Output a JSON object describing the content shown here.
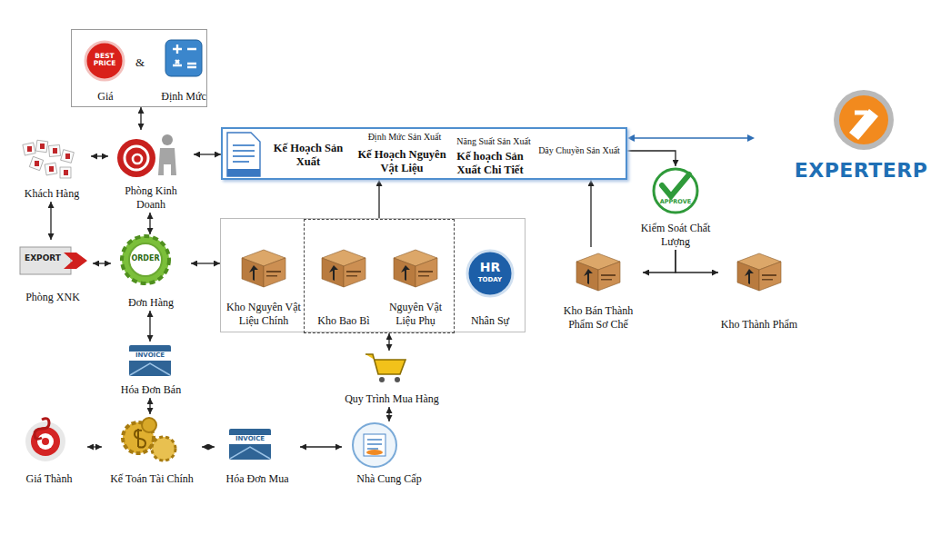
{
  "diagram": {
    "nodes": [
      {
        "text": [
          "Giá",
          "&",
          "Định Mức"
        ]
      },
      {
        "text": [
          "Khách Hàng"
        ]
      },
      {
        "text": [
          "Phòng Kinh Doanh"
        ]
      },
      {
        "text": [
          "Kế Hoạch Sản Xuất",
          "Định Mức Sản Xuất",
          "Kế Hoạch Nguyên Vật Liệu",
          "Năng Suất Sản Xuất",
          "Kế hoạch Sản Xuất Chi Tiết",
          "Dây Chuyền Sản Xuất"
        ]
      },
      {
        "text": [
          "Phòng XNK"
        ]
      },
      {
        "text": [
          "Đơn Hàng"
        ]
      },
      {
        "text": []
      },
      {
        "text": [
          "Kho Nguyên Vật Liệu Chính"
        ],
        "in": 6
      },
      {
        "text": [],
        "in": 6
      },
      {
        "text": [
          "Kho Bao Bì"
        ],
        "in": 8
      },
      {
        "text": [
          "Nguyên Vật Liệu Phụ"
        ],
        "in": 8
      },
      {
        "text": [
          "Nhân Sự"
        ],
        "in": 6
      },
      {
        "text": [
          "Kiểm Soát Chất Lượng"
        ]
      },
      {
        "text": [
          "Kho Bán Thành Phẩm Sơ Chế"
        ]
      },
      {
        "text": [
          "Kho Thành Phẩm"
        ]
      },
      {
        "text": [
          "Hóa Đơn Bán"
        ]
      },
      {
        "text": [
          "Quy Trình Mua Hàng"
        ]
      },
      {
        "text": [
          "Giá Thành"
        ]
      },
      {
        "text": [
          "Kế Toán Tài Chính"
        ]
      },
      {
        "text": [
          "Hóa Đơn Mua"
        ]
      },
      {
        "text": [
          "Nhà Cung Cấp"
        ]
      }
    ],
    "edges": [
      {
        "from": 0,
        "to": 2,
        "arrow": "both"
      },
      {
        "from": 1,
        "to": 2,
        "arrow": "both"
      },
      {
        "from": 2,
        "to": 3,
        "arrow": "both"
      },
      {
        "from": 1,
        "to": 4,
        "arrow": "both"
      },
      {
        "from": 2,
        "to": 5,
        "arrow": "both"
      },
      {
        "from": 4,
        "to": 5,
        "arrow": "both"
      },
      {
        "from": 5,
        "to": 6,
        "arrow": "both"
      },
      {
        "from": 8,
        "to": 3,
        "arrow": "to"
      },
      {
        "from": 8,
        "to": 16,
        "arrow": "both"
      },
      {
        "from": 5,
        "to": 15,
        "arrow": "both"
      },
      {
        "from": 15,
        "to": 18,
        "arrow": "both"
      },
      {
        "from": 17,
        "to": 18,
        "arrow": "both"
      },
      {
        "from": 18,
        "to": 19,
        "arrow": "both"
      },
      {
        "from": 19,
        "to": 20,
        "arrow": "both"
      },
      {
        "from": 16,
        "to": 20,
        "arrow": "both"
      },
      {
        "from": 13,
        "to": 3,
        "arrow": "to"
      },
      {
        "from": 3,
        "to": 12,
        "arrow": "to"
      },
      {
        "from": 12,
        "to": 13,
        "arrow": "to"
      },
      {
        "from": 12,
        "to": 14,
        "arrow": "to"
      }
    ],
    "labels": [
      "EXPERTERP",
      "BEST PRICE",
      "EXPORT",
      "ORDER",
      "INVOICE",
      "INVOICE",
      "HR",
      "TODAY",
      "APPROVE"
    ]
  }
}
